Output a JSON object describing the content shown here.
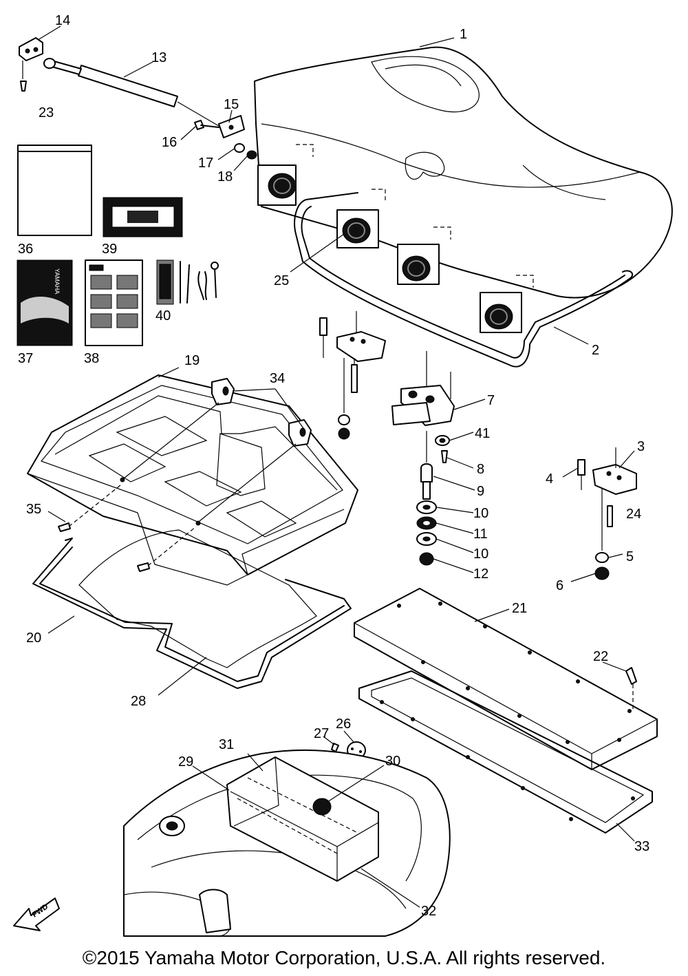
{
  "callouts": [
    "1",
    "2",
    "3",
    "4",
    "5",
    "6",
    "7",
    "8",
    "9",
    "10",
    "11",
    "10",
    "12",
    "13",
    "14",
    "15",
    "16",
    "17",
    "18",
    "19",
    "20",
    "21",
    "22",
    "23",
    "24",
    "25",
    "26",
    "27",
    "28",
    "29",
    "30",
    "31",
    "32",
    "33",
    "34",
    "35",
    "36",
    "37",
    "38",
    "39",
    "40",
    "41"
  ],
  "manual_cover_text": "YAMAHA",
  "fwd_text": "FWD",
  "copyright": "©2015 Yamaha Motor Corporation, U.S.A. All rights reserved."
}
